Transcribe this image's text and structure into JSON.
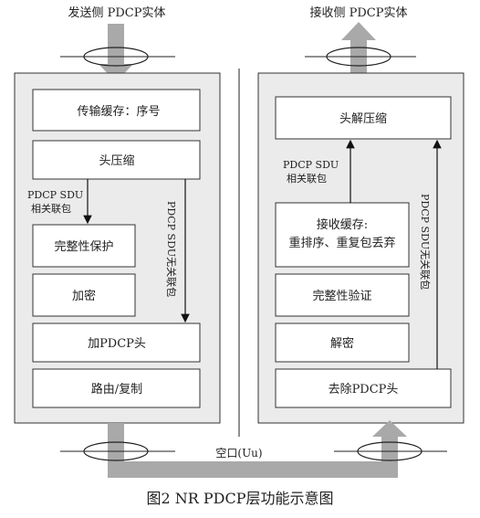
{
  "top": {
    "send_entity": "发送侧 PDCP实体",
    "recv_entity": "接收侧 PDCP实体"
  },
  "left": {
    "tx_buffer": "传输缓存：序号",
    "header_compression": "头压缩",
    "pdcp_sdu_related_line1": "PDCP SDU",
    "pdcp_sdu_related_line2": "相关联包",
    "integrity_protection": "完整性保护",
    "ciphering": "加密",
    "add_pdcp_header": "加PDCP头",
    "routing": "路由/复制",
    "pdcp_sdu_unrelated": "PDCP SDU无关联包"
  },
  "right": {
    "header_decompression": "头解压缩",
    "pdcp_sdu_related_line1": "PDCP SDU",
    "pdcp_sdu_related_line2": "相关联包",
    "rx_buffer_line1": "接收缓存:",
    "rx_buffer_line2": "重排序、重复包丢弃",
    "integrity_verification": "完整性验证",
    "deciphering": "解密",
    "remove_pdcp_header": "去除PDCP头",
    "pdcp_sdu_unrelated": "PDCP SDU无关联包"
  },
  "air_interface": "空口(Uu)",
  "caption": "图2   NR PDCP层功能示意图"
}
